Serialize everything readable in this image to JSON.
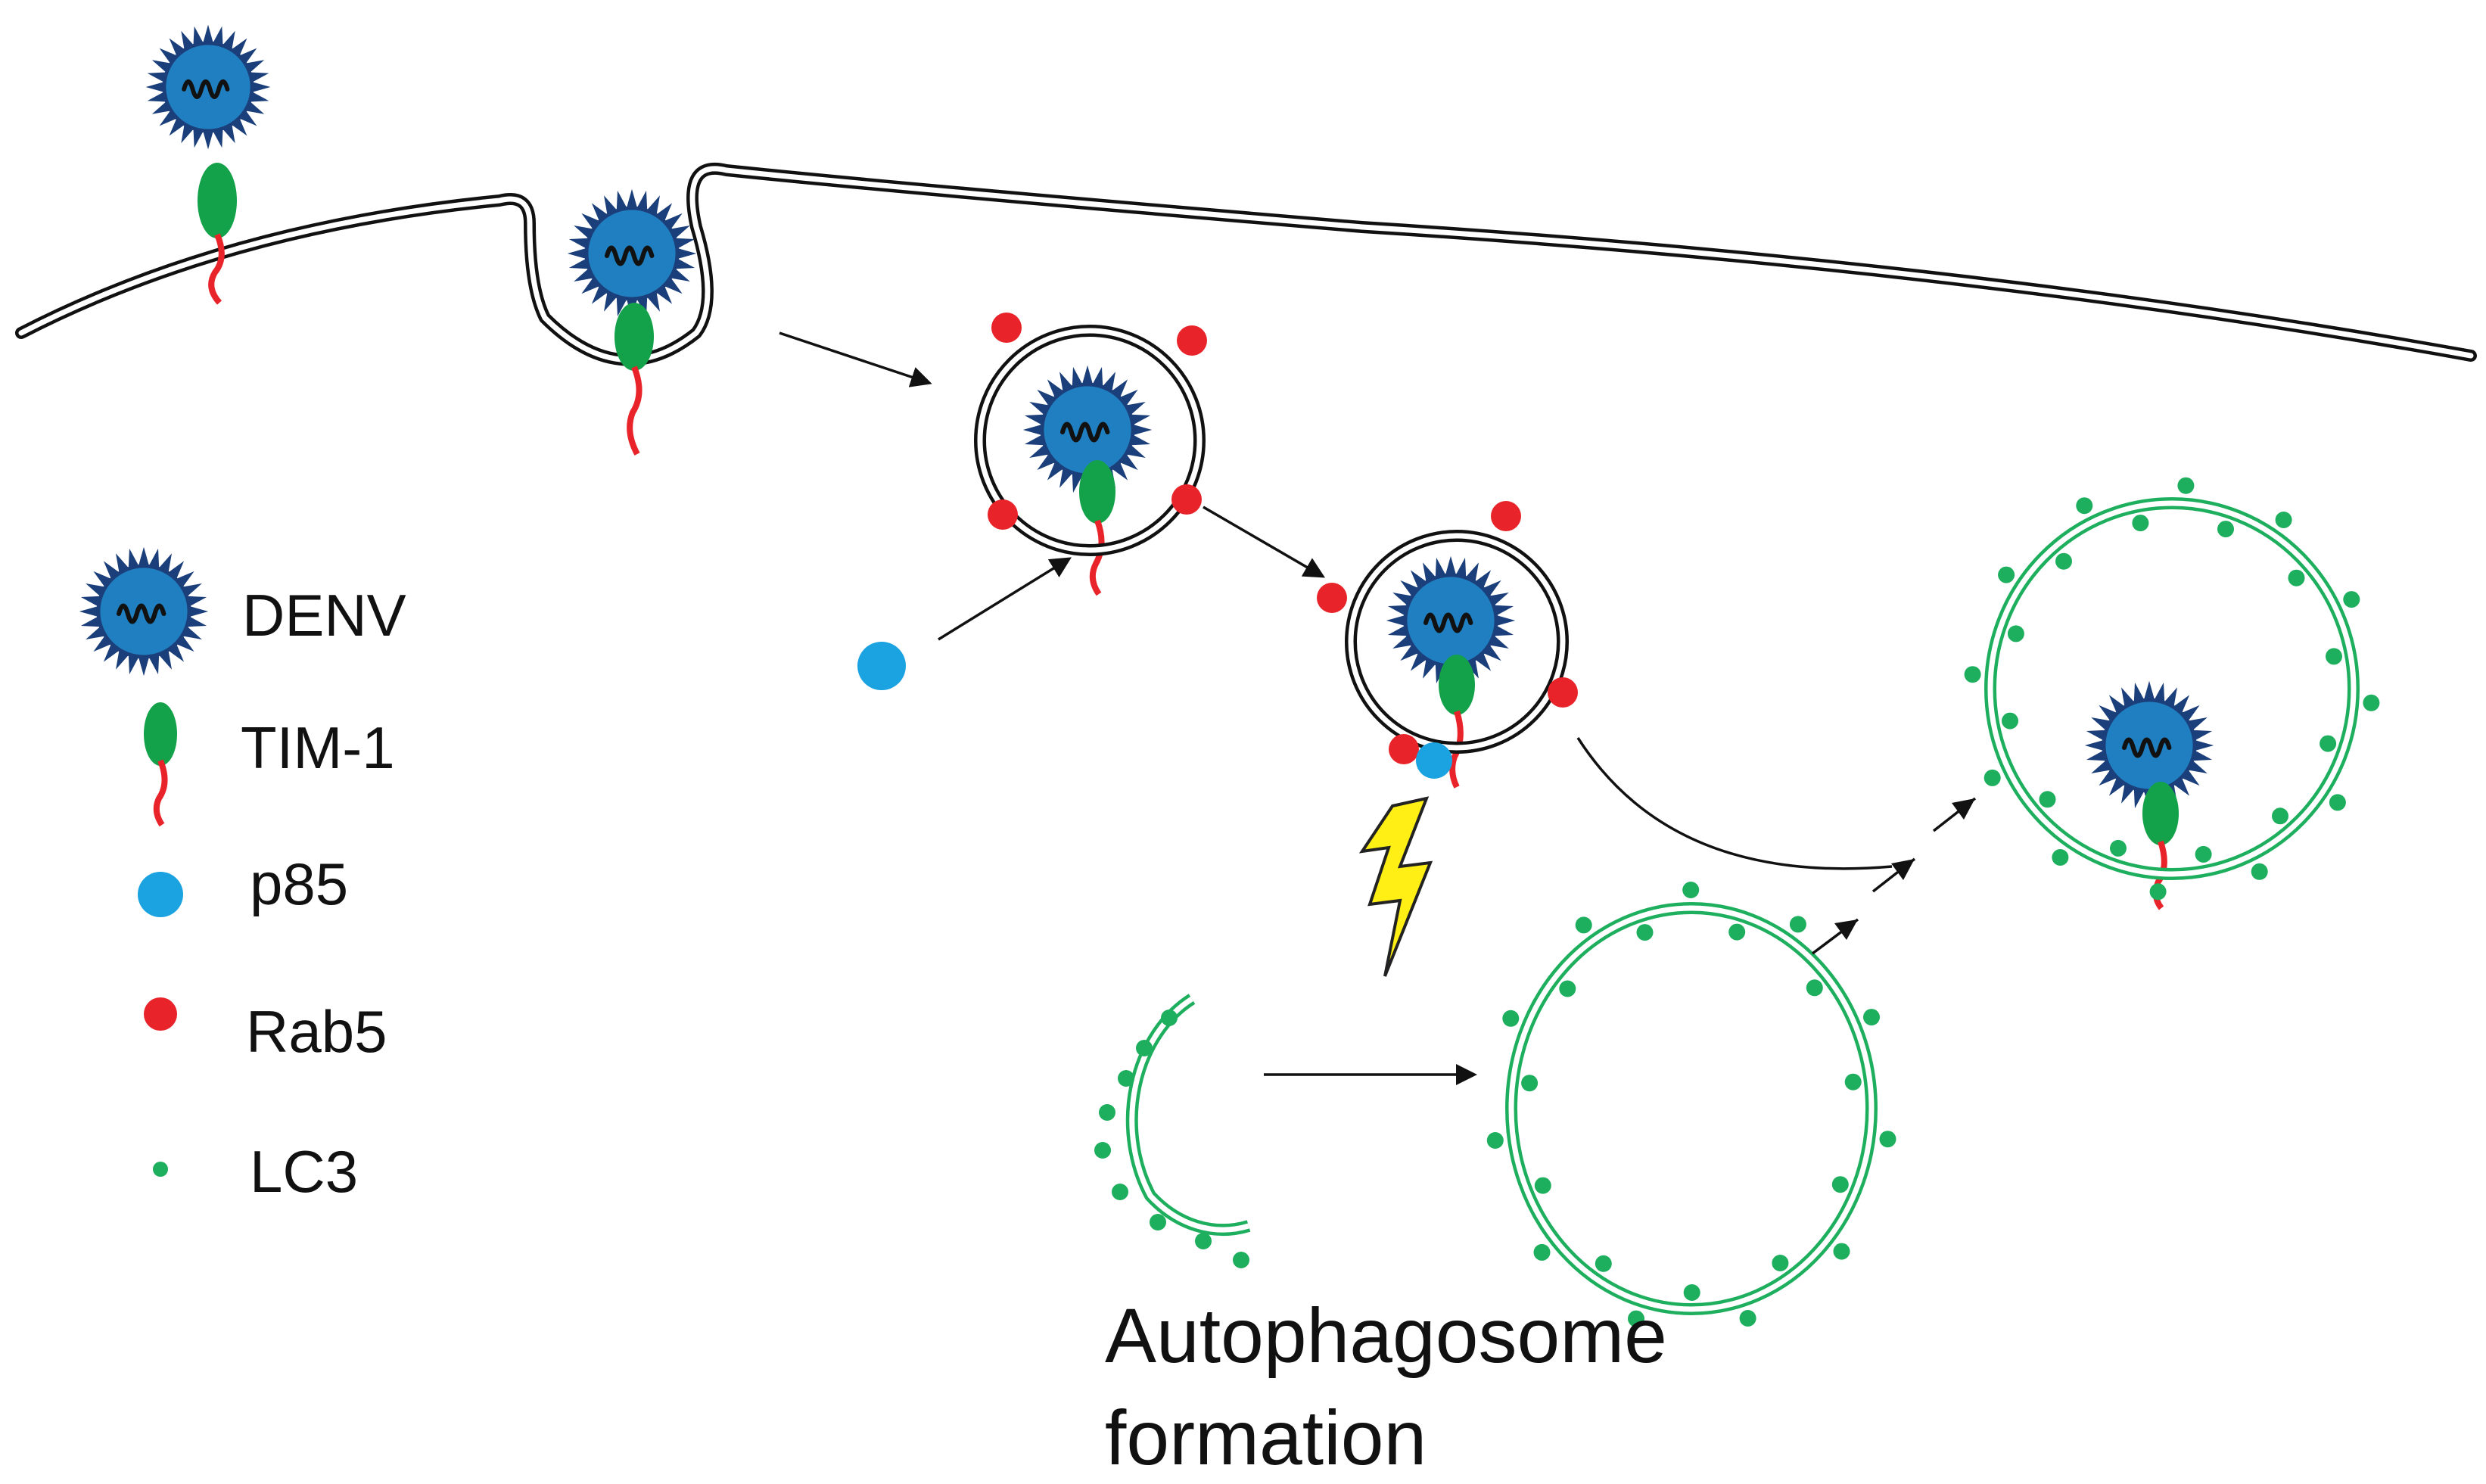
{
  "legend": {
    "denv": "DENV",
    "tim1": "TIM-1",
    "p85": "p85",
    "rab5": "Rab5",
    "lc3": "LC3"
  },
  "caption": {
    "line1": "Autophagosome",
    "line2": "formation"
  },
  "colors": {
    "virus_body": "#1f7fc0",
    "virus_spikes": "#1b3f7a",
    "tim1_head": "#13a24a",
    "tim1_tail": "#e8242a",
    "p85": "#1aa3e0",
    "rab5": "#e8242a",
    "lc3": "#1eaf5e",
    "autophagosome_membrane": "#1eaf5e",
    "cell_membrane": "#111111",
    "lightning": "#ffef14"
  }
}
